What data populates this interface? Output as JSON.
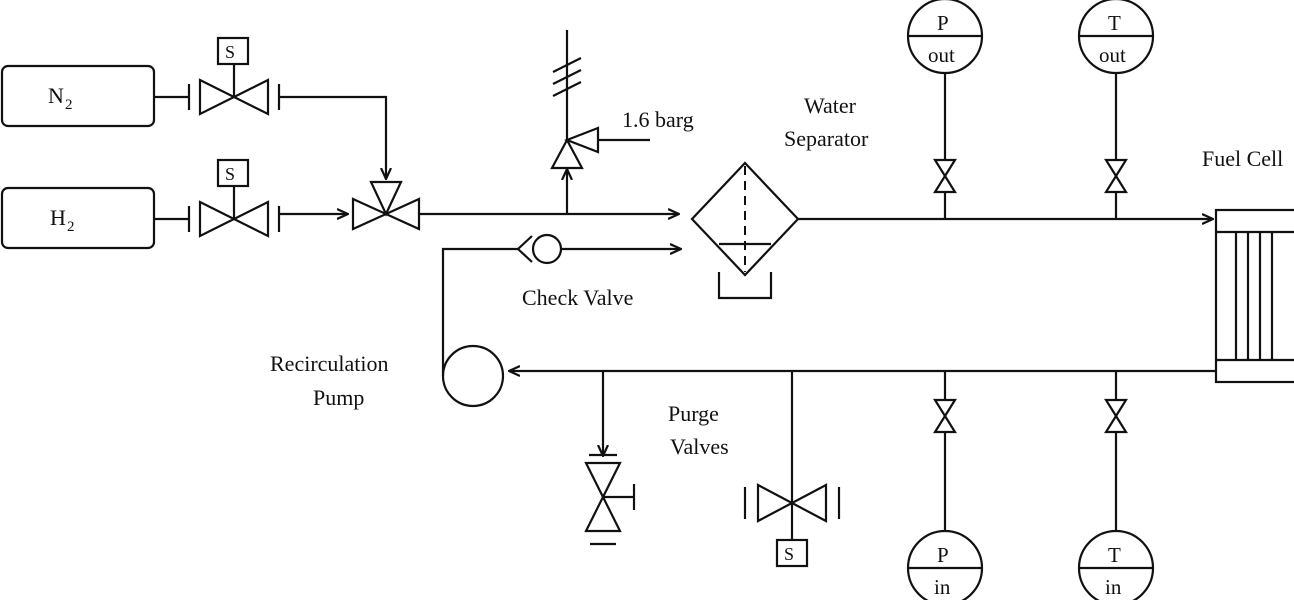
{
  "labels": {
    "n2": "N",
    "n2_sub": "2",
    "h2": "H",
    "h2_sub": "2",
    "relief_pressure": "1.6 barg",
    "water_separator_line1": "Water",
    "water_separator_line2": "Separator",
    "fuel_cell": "Fuel Cell",
    "check_valve": "Check Valve",
    "recirculation_line1": "Recirculation",
    "recirculation_line2": "Pump",
    "purge_line1": "Purge",
    "purge_line2": "Valves",
    "solenoid": "S"
  },
  "gauges": {
    "p_out": {
      "top": "P",
      "bottom": "out"
    },
    "t_out": {
      "top": "T",
      "bottom": "out"
    },
    "p_in": {
      "top": "P",
      "bottom": "in"
    },
    "t_in": {
      "top": "T",
      "bottom": "in"
    }
  }
}
